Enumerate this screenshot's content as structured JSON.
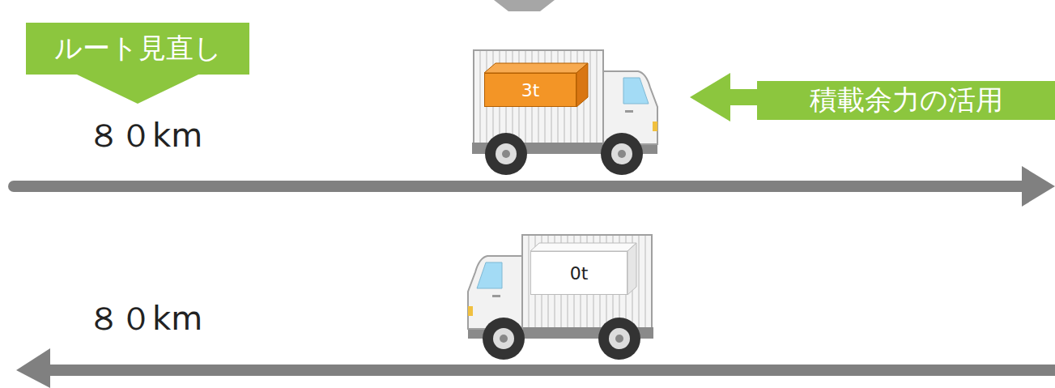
{
  "diagram": {
    "nodes": [
      {
        "text": [
          "ルート見直し"
        ]
      },
      {
        "text": [
          "3t"
        ]
      },
      {
        "text": [
          "積載余力の活用"
        ]
      },
      {
        "text": [
          "0t"
        ]
      }
    ],
    "labels": [
      "８０km",
      "８０km"
    ]
  }
}
